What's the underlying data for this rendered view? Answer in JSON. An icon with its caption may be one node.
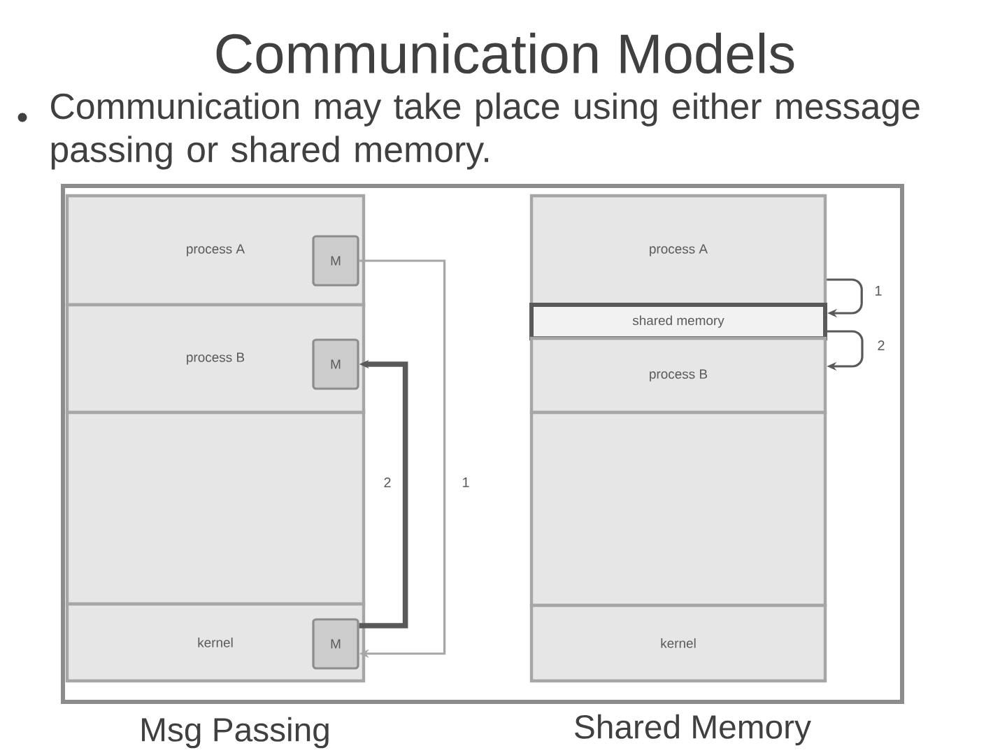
{
  "diagram": {
    "title": "Communication Models",
    "nodes": [
      {
        "text": [
          "process A"
        ]
      },
      {
        "text": [
          "M"
        ],
        "in": 0
      },
      {
        "text": [
          "process B"
        ]
      },
      {
        "text": [
          "M"
        ],
        "in": 2
      },
      {
        "text": [],
        "shape": "box"
      },
      {
        "text": [
          "kernel"
        ]
      },
      {
        "text": [
          "M"
        ],
        "in": 5
      },
      {
        "text": [
          "process A"
        ]
      },
      {
        "text": [
          "shared memory"
        ]
      },
      {
        "text": [
          "process B"
        ]
      },
      {
        "text": [],
        "shape": "box"
      },
      {
        "text": [
          "kernel"
        ]
      }
    ],
    "edges": [
      {
        "from": 1,
        "to": 6,
        "arrow": "to",
        "label": "1",
        "color": "#a6a6a6"
      },
      {
        "from": 6,
        "to": 3,
        "arrow": "to",
        "label": "2",
        "style": "thick"
      },
      {
        "from": 7,
        "to": 8,
        "arrow": "to",
        "label": "1"
      },
      {
        "from": 8,
        "to": 9,
        "arrow": "to",
        "label": "2"
      }
    ],
    "labels": [
      "Communication may take place using either message passing or shared memory.",
      "Msg Passing",
      "Shared Memory"
    ]
  }
}
